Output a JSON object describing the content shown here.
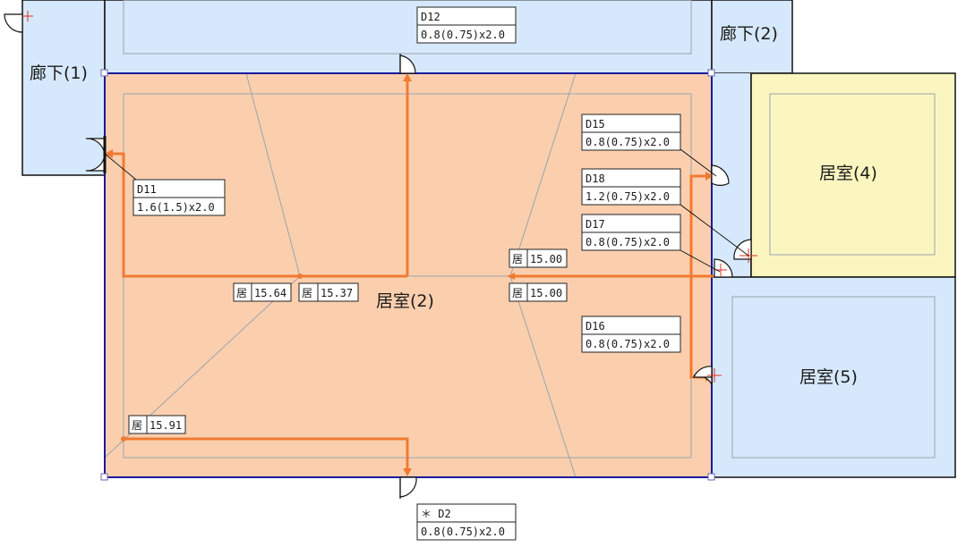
{
  "colors": {
    "corridor_fill": "#d6e8fb",
    "room2_fill": "#fbcfae",
    "room4_fill": "#fbf6c0",
    "room5_fill": "#d6e8fb",
    "inner_line": "#9aa4ad",
    "selection_border": "#1a1aa0",
    "evac_route": "#f07a32",
    "wall": "#111111",
    "label_bg": "#ffffff",
    "label_border": "#222222",
    "door_marker": "#e0301e"
  },
  "rooms": {
    "corridor1": {
      "label": "廊下(1)"
    },
    "corridor2": {
      "label": "廊下(2)"
    },
    "room2": {
      "label": "居室(2)"
    },
    "room4": {
      "label": "居室(4)"
    },
    "room5": {
      "label": "居室(5)"
    }
  },
  "doors": {
    "d12": {
      "id": "D12",
      "size": "0.8(0.75)x2.0"
    },
    "d11": {
      "id": "D11",
      "size": "1.6(1.5)x2.0"
    },
    "d15": {
      "id": "D15",
      "size": "0.8(0.75)x2.0"
    },
    "d18": {
      "id": "D18",
      "size": "1.2(0.75)x2.0"
    },
    "d17": {
      "id": "D17",
      "size": "0.8(0.75)x2.0"
    },
    "d16": {
      "id": "D16",
      "size": "0.8(0.75)x2.0"
    },
    "d2": {
      "id": "＊ D2",
      "size": "0.8(0.75)x2.0"
    }
  },
  "distances": {
    "prefix": "居",
    "a": "15.64",
    "b": "15.37",
    "c": "15.00",
    "d": "15.00",
    "e": "15.91"
  }
}
